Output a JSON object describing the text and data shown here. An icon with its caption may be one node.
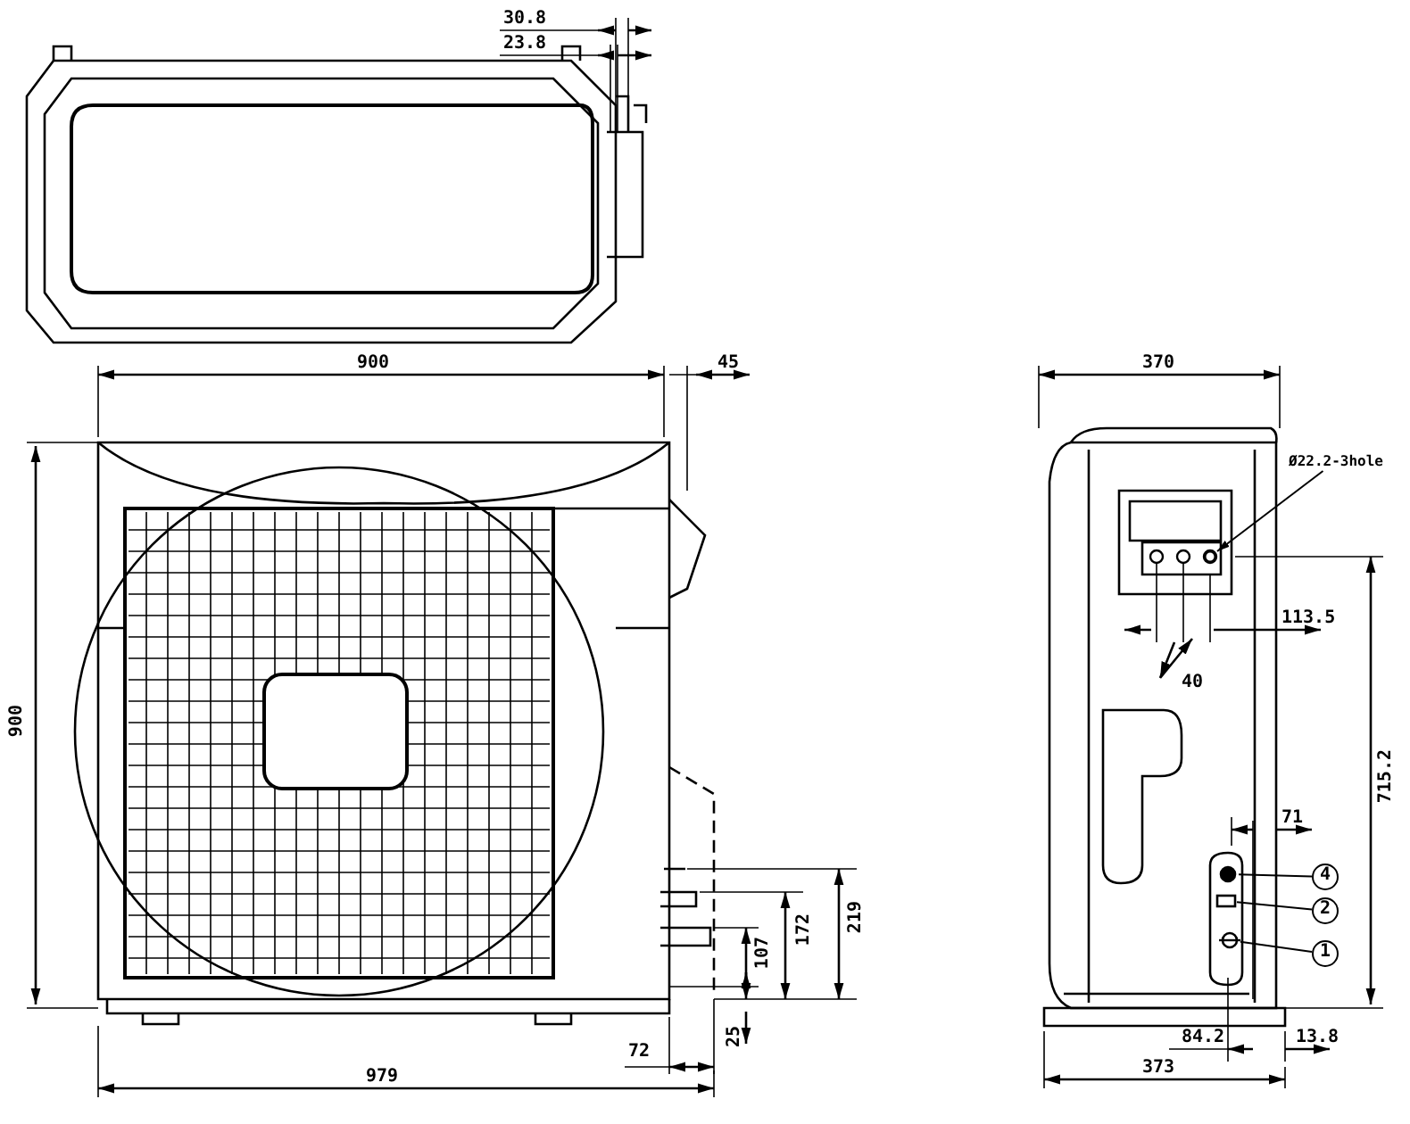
{
  "diagram": {
    "nodes": [
      {
        "text": [
          "Ø22.2-3hole"
        ]
      },
      {
        "text": [],
        "shape": "circle"
      },
      {
        "text": [
          "4"
        ]
      },
      {
        "text": [
          "2"
        ]
      },
      {
        "text": [
          "1"
        ]
      },
      {
        "text": [],
        "shape": "circle"
      },
      {
        "text": [],
        "shape": "box"
      },
      {
        "text": [],
        "shape": "circle"
      }
    ],
    "edges": [
      {
        "from": 0,
        "to": 1,
        "arrow": "to"
      },
      {
        "from": 2,
        "to": 5,
        "arrow": "none"
      },
      {
        "from": 3,
        "to": 6,
        "arrow": "none"
      },
      {
        "from": 4,
        "to": 7,
        "arrow": "none"
      }
    ],
    "labels": [
      "30.8",
      "23.8",
      "900",
      "45",
      "370",
      "113.5",
      "40",
      "900",
      "715.2",
      "71",
      "107",
      "172",
      "219",
      "25",
      "72",
      "84.2",
      "13.8",
      "979",
      "373"
    ]
  }
}
